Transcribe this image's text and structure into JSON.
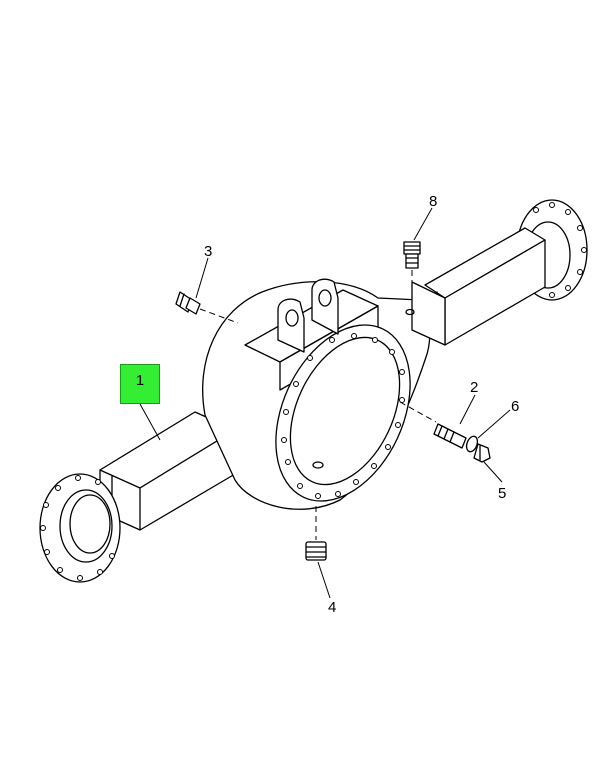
{
  "diagram": {
    "highlight_color": "#33ee33",
    "callouts": {
      "c1": "1",
      "c2": "2",
      "c3": "3",
      "c4": "4",
      "c5": "5",
      "c6": "6",
      "c8": "8"
    }
  }
}
